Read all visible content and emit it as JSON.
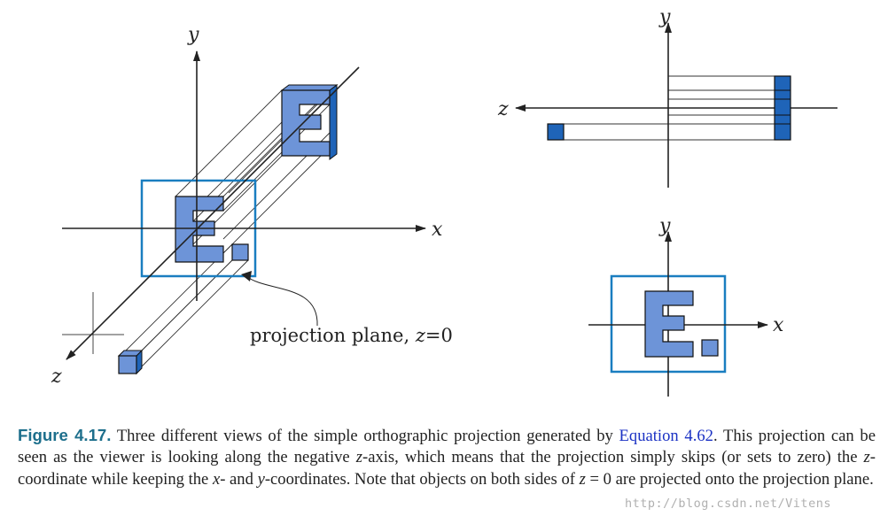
{
  "colors": {
    "face": "#6d94d8",
    "side": "#1f64b8",
    "plane_border": "#1a7ec0",
    "axis": "#222222",
    "caption_label": "#1d6f8c",
    "link": "#1b32c4"
  },
  "views": {
    "perspective": {
      "y": "y",
      "x": "x",
      "z": "z",
      "plane_label_text": "projection plane, ",
      "plane_label_var": "z",
      "plane_label_value": "=0"
    },
    "side": {
      "y": "y",
      "z": "z"
    },
    "front": {
      "y": "y",
      "x": "x"
    }
  },
  "caption": {
    "label": "Figure 4.17.",
    "part1": " Three different views of the simple orthographic projection generated by ",
    "link": "Equation 4.62",
    "part2": ". This projection can be seen as the viewer is looking along the negative ",
    "var_z1": "z",
    "part3": "-axis, which means that the projection simply skips (or sets to zero) the ",
    "var_z2": "z",
    "part4": "-coordinate while keeping the ",
    "var_x": "x",
    "part5": "- and ",
    "var_y": "y",
    "part6": "-coordinates. Note that objects on both sides of ",
    "var_z3": "z",
    "part7": " = 0 are projected onto the projection plane."
  },
  "watermark": "http://blog.csdn.net/Vitens"
}
